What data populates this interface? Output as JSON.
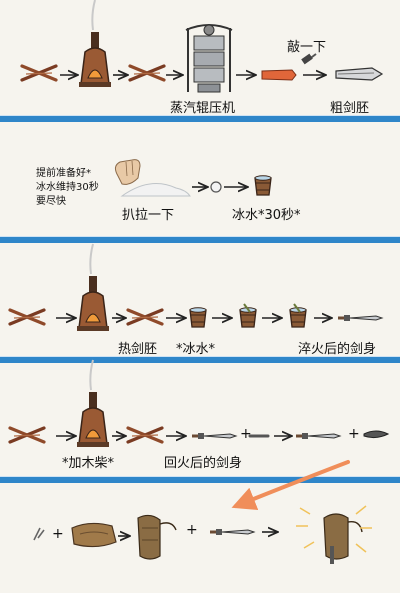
{
  "step1": {
    "roller_label": "蒸汽辊压机",
    "hammer_label": "敲一下",
    "rough_blank_label": "粗剑胚"
  },
  "step2": {
    "note_line1": "提前准备好*",
    "note_line2": "冰水维持30秒",
    "note_line3": "要尽快",
    "pull_label": "扒拉一下",
    "icewater_label": "冰水*30秒*"
  },
  "step3": {
    "hot_blank_label": "热剑胚",
    "icewater_label": "*冰水*",
    "quenched_label": "淬火后的剑身"
  },
  "step4": {
    "firewood_label": "*加木柴*",
    "tempered_label": "回火后的剑身",
    "plus_a": "+",
    "plus_b": "+"
  },
  "step5": {
    "plus_a": "+",
    "plus_b": "+"
  },
  "colors": {
    "divider": "#2f86c9",
    "ingot": "#e0663a",
    "accent_arrow": "#f08e5a"
  }
}
